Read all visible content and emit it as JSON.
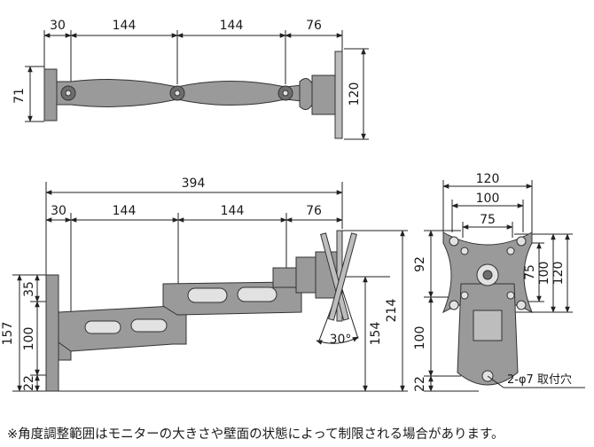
{
  "top_view": {
    "dims": {
      "d30": "30",
      "d144a": "144",
      "d144b": "144",
      "d76": "76",
      "d71": "71",
      "d120": "120"
    }
  },
  "side_view": {
    "dims": {
      "d394": "394",
      "d30": "30",
      "d144a": "144",
      "d144b": "144",
      "d76": "76",
      "d35": "35",
      "d157": "157",
      "d100": "100",
      "d22": "22",
      "d154": "154",
      "d214": "214",
      "angle": "30°"
    }
  },
  "front_view": {
    "dims": {
      "d120w": "120",
      "d100w": "100",
      "d75w": "75",
      "d92": "92",
      "d100v": "100",
      "d22v": "22",
      "d75v": "75",
      "d100h": "100",
      "d120h": "120"
    },
    "hole_label": "2-φ7 取付穴"
  },
  "note": "※角度調整範囲はモニターの大きさや壁面の状態によって制限される場合があります。"
}
